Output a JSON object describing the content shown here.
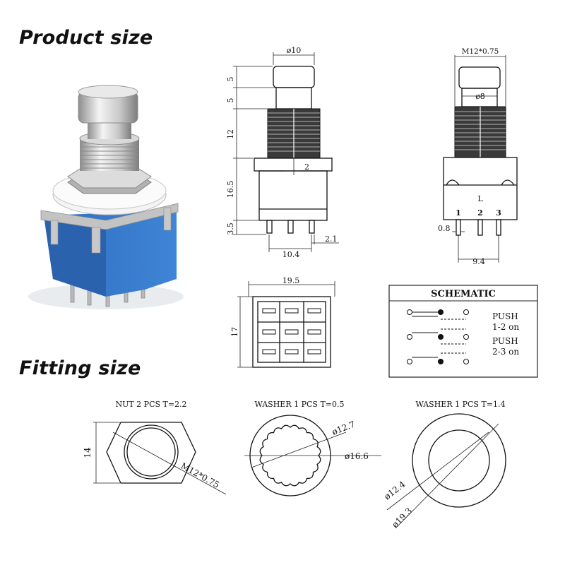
{
  "headings": {
    "product_size": "Product size",
    "fitting_size": "Fitting size"
  },
  "front_view": {
    "dim_cap_diameter": "ø10",
    "dim_cap_height": "5",
    "dim_shaft_height": "5",
    "dim_thread_height": "12",
    "dim_body_height": "16.5",
    "dim_pin_length": "3.5",
    "dim_pin_offset": "2",
    "dim_pin_pitch": "2.1",
    "dim_pin_span": "10.4"
  },
  "side_view": {
    "dim_thread": "M12*0.75",
    "dim_shaft_diameter": "ø8",
    "terminal_label": "L",
    "pin_labels": [
      "1",
      "2",
      "3"
    ],
    "dim_pin_width": "0.8",
    "dim_pin_span": "9.4"
  },
  "bottom_view": {
    "dim_width": "19.5",
    "dim_depth": "17"
  },
  "schematic": {
    "title": "SCHEMATIC",
    "line1": "PUSH",
    "line2": "1-2 on",
    "line3": "PUSH",
    "line4": "2-3 on"
  },
  "fittings": {
    "nut": {
      "title": "NUT 2 PCS T=2.2",
      "dim_size": "14",
      "dim_thread": "M12*0.75"
    },
    "washer1": {
      "title": "WASHER 1 PCS T=0.5",
      "dim_inner": "ø12.7",
      "dim_outer": "ø16.6"
    },
    "washer2": {
      "title": "WASHER 1 PCS T=1.4",
      "dim_inner": "ø12.4",
      "dim_outer": "ø19.3"
    }
  },
  "colors": {
    "switch_body": "#2f6fc0",
    "metal": "#c9c9c9"
  }
}
